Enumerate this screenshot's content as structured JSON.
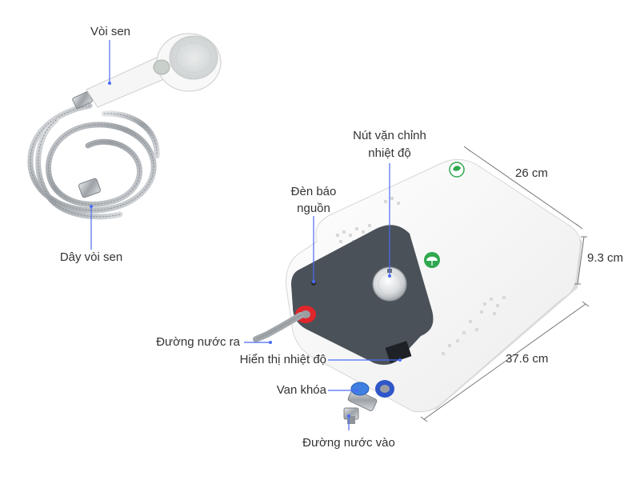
{
  "colors": {
    "leader": "#4a6cf7",
    "label_text": "#333333",
    "body_white": "#f7f7f7",
    "panel_dark": "#4a5158",
    "hot_red": "#e0262b",
    "cold_blue": "#2f57c9",
    "eco_green": "#2fa84f",
    "metal": "#b8bcc0"
  },
  "labels": {
    "shower_head": "Vòi sen",
    "shower_hose": "Dây vòi sen",
    "temp_knob_line1": "Nút vặn chỉnh",
    "temp_knob_line2": "nhiệt độ",
    "power_light_line1": "Đèn báo",
    "power_light_line2": "nguồn",
    "water_out": "Đường nước ra",
    "temp_display": "Hiển thị nhiệt độ",
    "valve": "Van khóa",
    "water_in": "Đường nước vào"
  },
  "dimensions": {
    "width": "26 cm",
    "depth": "9.3 cm",
    "length": "37.6 cm"
  },
  "icons": {
    "shower_head": "shower-head-icon",
    "hose": "hose-icon",
    "heater": "water-heater-icon",
    "knob": "temperature-knob-icon",
    "eco": "eco-badge-icon",
    "umbrella": "safety-umbrella-icon"
  }
}
